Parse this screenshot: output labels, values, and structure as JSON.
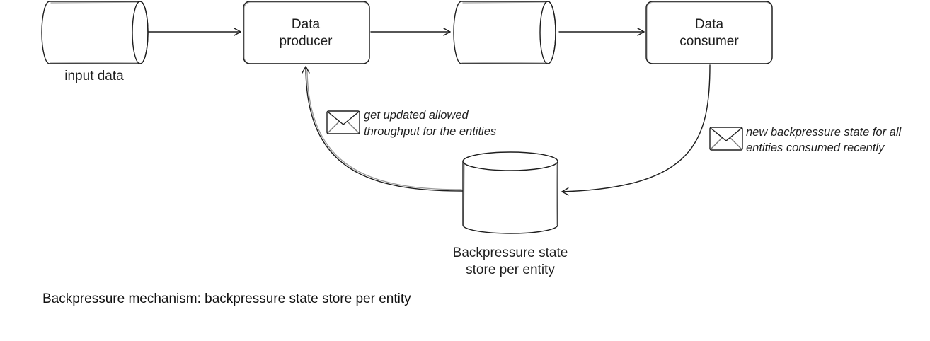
{
  "nodes": {
    "input_data": {
      "label": "input data"
    },
    "producer": {
      "line1": "Data",
      "line2": "producer"
    },
    "queue": {
      "label": ""
    },
    "consumer": {
      "line1": "Data",
      "line2": "consumer"
    },
    "store": {
      "line1": "Backpressure state",
      "line2": "store per entity"
    }
  },
  "messages": {
    "to_producer": {
      "line1": "get updated allowed",
      "line2": "throughput for the entities",
      "icon": "envelope-icon"
    },
    "from_consumer": {
      "line1": "new backpressure state for all",
      "line2": "entities consumed recently",
      "icon": "envelope-icon"
    }
  },
  "caption": "Backpressure mechanism: backpressure state store per entity"
}
